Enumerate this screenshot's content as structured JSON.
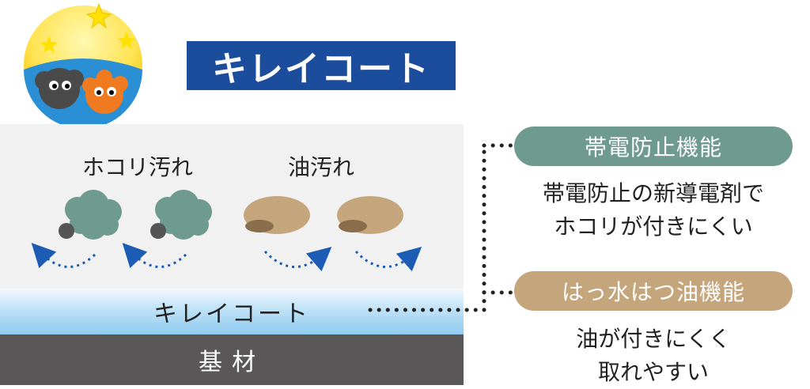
{
  "title": "キレイコート",
  "labels": {
    "dust": "ホコリ汚れ",
    "oil": "油汚れ",
    "coating": "キレイコート",
    "base": "基材"
  },
  "features": [
    {
      "name": "帯電防止機能",
      "desc_line1": "帯電防止の新導電剤で",
      "desc_line2": "ホコリが付きにくい"
    },
    {
      "name": "はっ水はつ油機能",
      "desc_line1": "油が付きにくく",
      "desc_line2": "取れやすい"
    }
  ],
  "colors": {
    "title_bg": "#1c4c9c",
    "pill_antistatic": "#6f9a90",
    "pill_oilrepellent": "#c5a57c",
    "base": "#595757",
    "arrow": "#1c5cb4"
  }
}
